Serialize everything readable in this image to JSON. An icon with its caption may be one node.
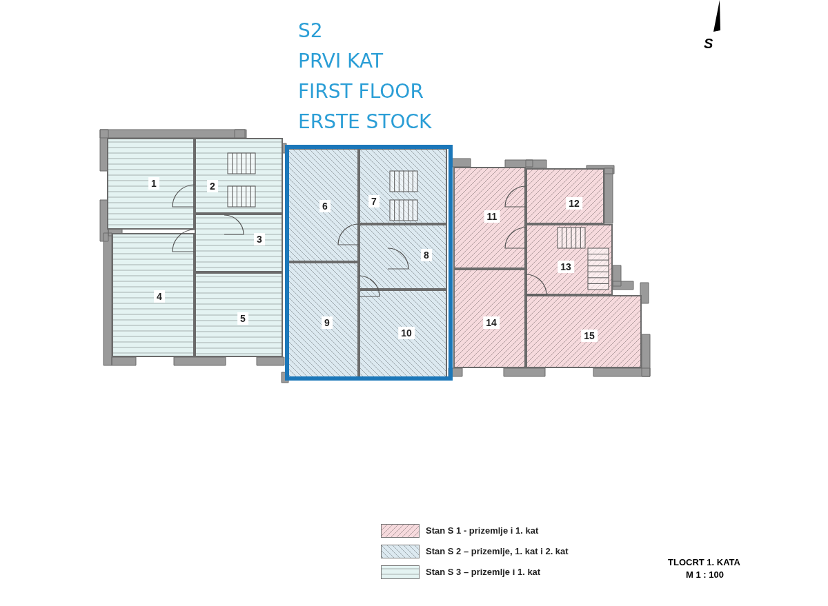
{
  "diagram": {
    "nodes": [
      {
        "text": [
          "1"
        ]
      },
      {
        "text": [
          "2"
        ]
      },
      {
        "text": [
          "3"
        ]
      },
      {
        "text": [
          "4"
        ]
      },
      {
        "text": [
          "5"
        ]
      },
      {
        "text": [
          "6"
        ]
      },
      {
        "text": [
          "7"
        ]
      },
      {
        "text": [
          "8"
        ]
      },
      {
        "text": [
          "9"
        ]
      },
      {
        "text": [
          "10"
        ]
      },
      {
        "text": [
          "11"
        ]
      },
      {
        "text": [
          "12"
        ]
      },
      {
        "text": [
          "13"
        ]
      },
      {
        "text": [
          "14"
        ]
      },
      {
        "text": [
          "15"
        ]
      }
    ],
    "edges": [],
    "labels": [
      "S2",
      "PRVI KAT",
      "FIRST FLOOR",
      "ERSTE STOCK",
      "S",
      "TLOCRT 1. KATA",
      "M 1 : 100"
    ],
    "legend": [
      {
        "text": "Stan S 1 - prizemlje i 1. kat",
        "color": "#f6dadd"
      },
      {
        "text": "Stan S 2 – prizemlje, 1. kat i 2. kat",
        "color": "#dce9f0"
      },
      {
        "text": "Stan S 3 – prizemlje i 1. kat",
        "color": "#e4f3f2"
      }
    ]
  }
}
